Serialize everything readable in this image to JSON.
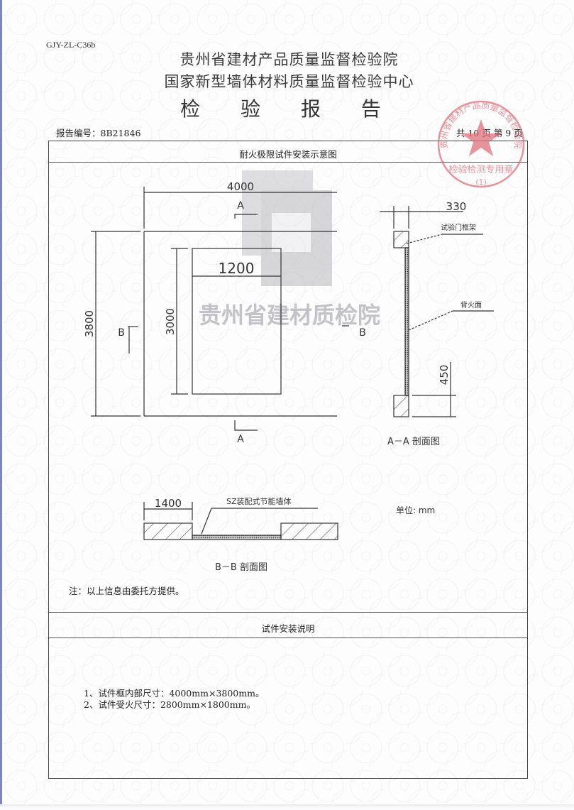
{
  "header": {
    "form_code": "GJY-ZL-C36b",
    "org_line1": "贵州省建材产品质量监督检验院",
    "org_line2": "国家新型墙体材料质量监督检验中心",
    "doc_title": "检 验 报 告",
    "report_no_label": "报告编号：",
    "report_no": "8B21846",
    "page_info": "共 10 页 第 9 页"
  },
  "stamp": {
    "outer_text": "贵州省建材产品质量监督检验院",
    "inner_text": "检验检测专用章",
    "number": "(1)",
    "color": "#e0707a"
  },
  "diagram_section": {
    "title": "耐火极限试件安装示意图",
    "watermark_text": "贵州省建材质检院",
    "front_view": {
      "width_dim": "4000",
      "height_dim": "3800",
      "opening_width_dim": "1200",
      "opening_height_dim": "3000",
      "section_a_top": "A",
      "section_a_bottom": "A",
      "section_b_left": "B",
      "section_b_right": "B"
    },
    "section_aa": {
      "width_dim": "330",
      "frame_label": "试验门框架",
      "fire_face_label": "背火面",
      "bottom_dim": "450",
      "caption": "A－A 剖面图"
    },
    "section_bb": {
      "width_dim": "1400",
      "wall_label": "SZ装配式节能墙体",
      "caption": "B－B 剖面图"
    },
    "unit_label": "单位: mm",
    "note": "注：以上信息由委托方提供。"
  },
  "install_section": {
    "title": "试件安装说明",
    "items": [
      "1、试件框内部尺寸：4000mm×3800mm。",
      "2、试件受火尺寸：2800mm×1800mm。"
    ]
  }
}
